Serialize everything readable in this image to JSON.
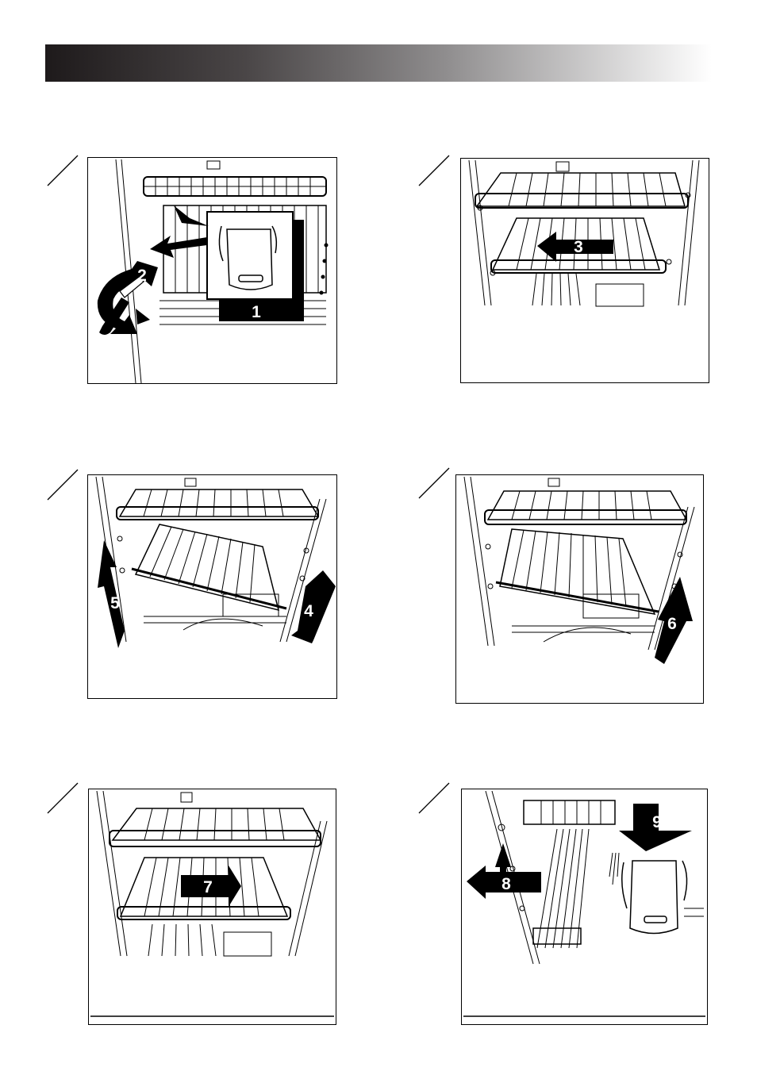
{
  "header": {
    "colors": {
      "start": "#1e1a1b",
      "end": "#ffffff"
    }
  },
  "steps": [
    {
      "id": "1",
      "label": "1"
    },
    {
      "id": "2",
      "label": "2"
    },
    {
      "id": "3",
      "label": "3"
    },
    {
      "id": "4",
      "label": "4"
    },
    {
      "id": "5",
      "label": "5"
    },
    {
      "id": "6",
      "label": "6"
    },
    {
      "id": "7",
      "label": "7"
    },
    {
      "id": "8",
      "label": "8"
    },
    {
      "id": "9",
      "label": "9"
    }
  ]
}
